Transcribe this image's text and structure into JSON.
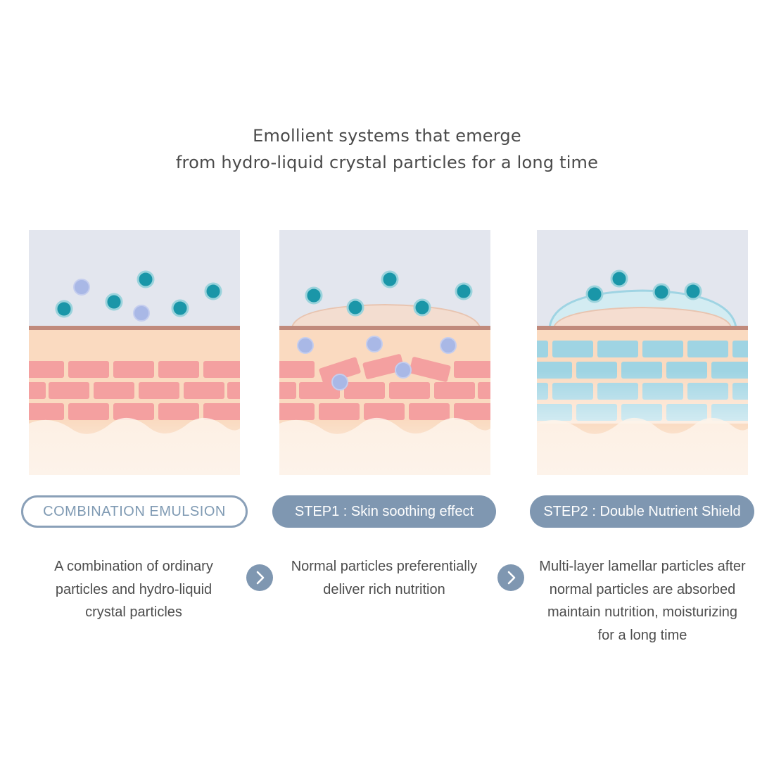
{
  "title": {
    "line1": "Emollient systems that emerge",
    "line2": "from hydro-liquid crystal particles for a long time"
  },
  "stages": [
    {
      "label": "COMBINATION EMULSION",
      "description": [
        "A combination of ordinary",
        "particles and hydro-liquid",
        "crystal particles"
      ]
    },
    {
      "label": "STEP1 : Skin soothing effect",
      "description": [
        "Normal particles preferentially",
        "deliver rich nutrition"
      ]
    },
    {
      "label": "STEP2 : Double Nutrient Shield",
      "description": [
        "Multi-layer lamellar particles after",
        "normal particles are absorbed",
        "maintain nutrition, moisturizing",
        "for a long time"
      ]
    }
  ],
  "arrows": [
    {
      "icon": "chevron-right-icon"
    },
    {
      "icon": "chevron-right-icon"
    }
  ],
  "colors": {
    "sky": "#e3e6ee",
    "skin": "#fadac0",
    "skin_line": "#c08a7c",
    "brick_pink": "#f4a0a0",
    "brick_blue": "#9fd4e3",
    "particle_teal": "#1a96a8",
    "particle_lavender": "#a9b8e6",
    "accent": "#7f97b1"
  }
}
